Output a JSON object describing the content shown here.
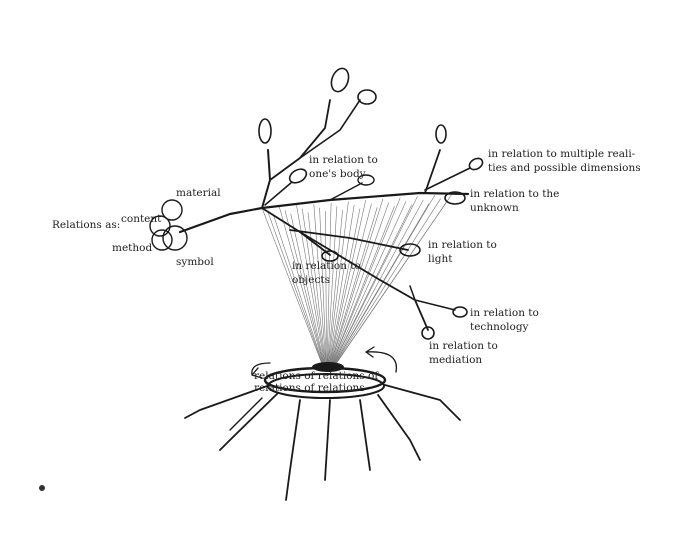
{
  "title": "Relations as:",
  "root_aspects": [
    "material",
    "content",
    "method",
    "symbol"
  ],
  "branches": [
    {
      "line1": "in relation to",
      "line2": "one's body"
    },
    {
      "line1": "in relation to multiple reali-",
      "line2": "ties and possible dimensions"
    },
    {
      "line1": "in relation to the",
      "line2": "unknown"
    },
    {
      "line1": "in relation to",
      "line2": "light"
    },
    {
      "line1": "in relation to",
      "line2": "objects"
    },
    {
      "line1": "in relation to",
      "line2": "technology"
    },
    {
      "line1": "in relation to",
      "line2": "mediation"
    }
  ],
  "center": {
    "line1": "relations of relations of",
    "line2": "relations of relations"
  },
  "colors": {
    "ink": "#1a1a1a",
    "background": "#ffffff"
  }
}
